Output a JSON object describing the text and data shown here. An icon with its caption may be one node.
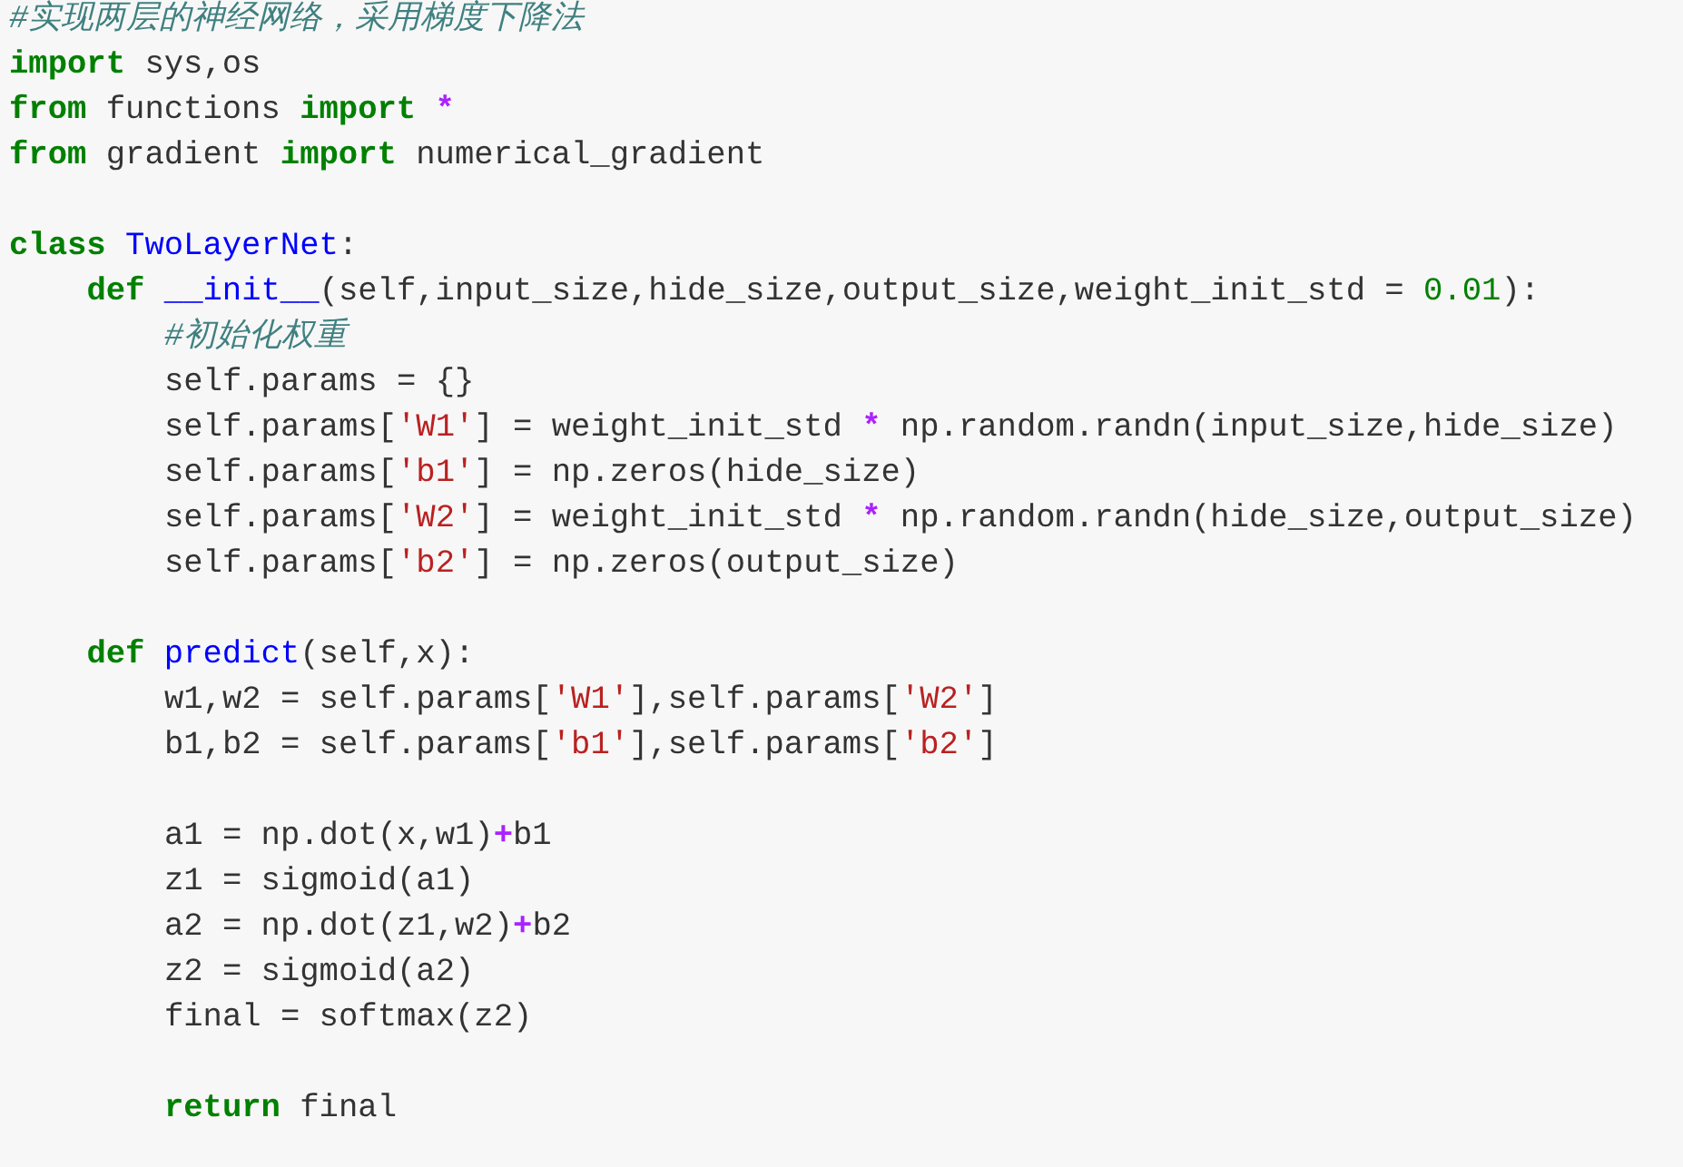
{
  "diagram": {
    "labels": [
      "#实现两层的神经网络，采用梯度下降法",
      "import sys,os",
      "from functions import *",
      "from gradient import numerical_gradient",
      "class TwoLayerNet:",
      "def __init__(self,input_size,hide_size,output_size,weight_init_std = 0.01):",
      "#初始化权重",
      "self.params = {}",
      "self.params['W1'] = weight_init_std * np.random.randn(input_size,hide_size)",
      "self.params['b1'] = np.zeros(hide_size)",
      "self.params['W2'] = weight_init_std * np.random.randn(hide_size,output_size)",
      "self.params['b2'] = np.zeros(output_size)",
      "def predict(self,x):",
      "w1,w2 = self.params['W1'],self.params['W2']",
      "b1,b2 = self.params['b1'],self.params['b2']",
      "a1 = np.dot(x,w1)+b1",
      "z1 = sigmoid(a1)",
      "a2 = np.dot(z1,w2)+b2",
      "z2 = sigmoid(a2)",
      "final = softmax(z2)",
      "return final"
    ]
  }
}
